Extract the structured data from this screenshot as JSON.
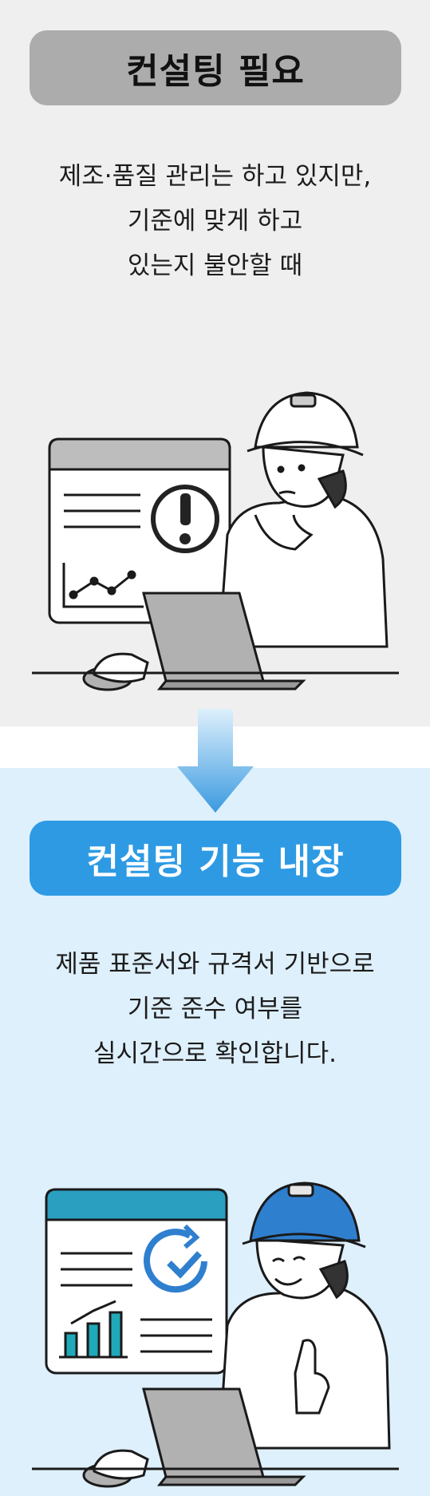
{
  "before": {
    "title": "컨설팅 필요",
    "description": [
      "제조·품질 관리는 하고 있지만,",
      "기준에 맞게 하고",
      "있는지 불안할 때"
    ]
  },
  "after": {
    "title": "컨설팅 기능 내장",
    "description": [
      "제품 표준서와 규격서 기반으로",
      "기준 준수 여부를",
      "실시간으로 확인합니다."
    ]
  },
  "colors": {
    "top_background": "#efefef",
    "bottom_background": "#def0fc",
    "title_pill_gray": "#acacac",
    "title_pill_blue": "#2e9ae4",
    "helmet_blue": "#2f7fcf",
    "chart_teal": "#20a9b8"
  },
  "icons": {
    "top": [
      "exclamation-icon",
      "line-chart-icon",
      "laptop-icon",
      "mouse-icon"
    ],
    "bottom": [
      "check-refresh-icon",
      "bar-chart-icon",
      "laptop-icon",
      "mouse-icon",
      "thumbs-up-icon"
    ]
  }
}
